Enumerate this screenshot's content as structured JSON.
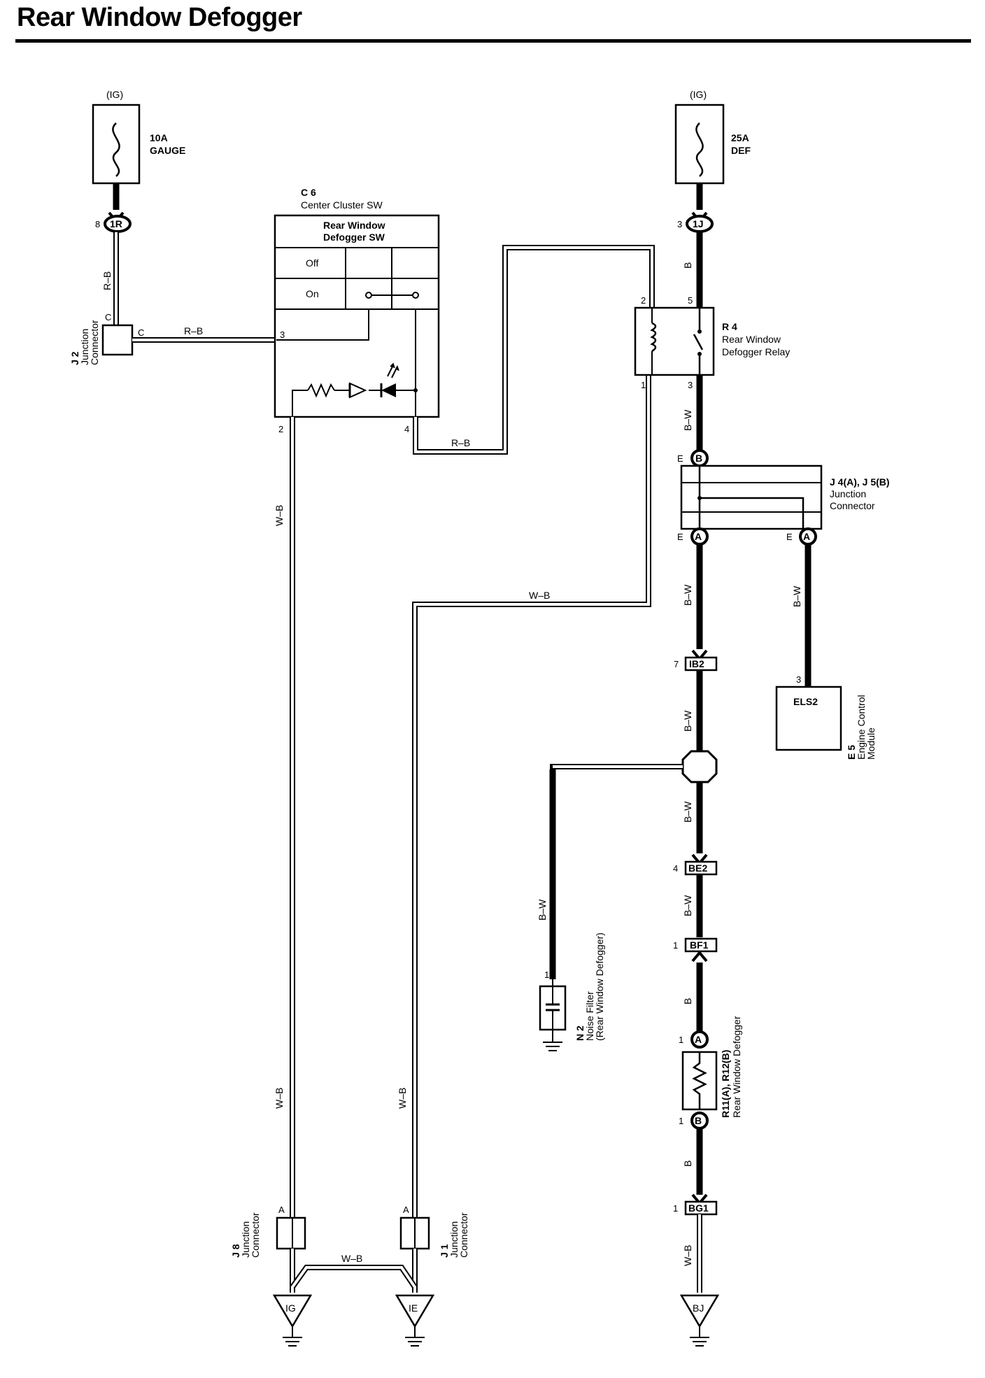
{
  "title": "Rear Window Defogger",
  "fuses": [
    {
      "source": "(IG)",
      "rating": "10A",
      "name": "GAUGE"
    },
    {
      "source": "(IG)",
      "rating": "25A",
      "name": "DEF"
    }
  ],
  "components": {
    "c6": {
      "id": "C 6",
      "name": "Center Cluster SW",
      "switch_name_1": "Rear Window",
      "switch_name_2": "Defogger SW",
      "off": "Off",
      "on": "On",
      "pin2": "2",
      "pin3": "3",
      "pin4": "4"
    },
    "r4": {
      "id": "R 4",
      "name_1": "Rear Window",
      "name_2": "Defogger Relay",
      "pin1": "1",
      "pin2": "2",
      "pin3": "3",
      "pin5": "5"
    },
    "j2": {
      "id": "J 2",
      "name_1": "Junction",
      "name_2": "Connector",
      "pin": "C"
    },
    "j45": {
      "id": "J 4(A), J 5(B)",
      "name_1": "Junction",
      "name_2": "Connector",
      "pin": "E"
    },
    "e5": {
      "id": "E 5",
      "name_1": "Engine Control",
      "name_2": "Module",
      "term": "ELS2",
      "pin": "3"
    },
    "n2": {
      "id": "N 2",
      "name_1": "Noise Filter",
      "name_2": "(Rear Window Defogger)",
      "pin": "1"
    },
    "r11": {
      "id": "R11(A), R12(B)",
      "name": "Rear Window Defogger",
      "pin": "1"
    },
    "j8": {
      "id": "J 8",
      "name_1": "Junction",
      "name_2": "Connector",
      "pin": "A"
    },
    "j1": {
      "id": "J 1",
      "name_1": "Junction",
      "name_2": "Connector",
      "pin": "A"
    }
  },
  "connectors": {
    "c1R": {
      "code": "1R",
      "pin": "8"
    },
    "c1J": {
      "code": "1J",
      "pin": "3"
    },
    "cA": "A",
    "cB": "B",
    "cC": "C",
    "cIB2": {
      "code": "IB2",
      "pin": "7"
    },
    "cBE2": {
      "code": "BE2",
      "pin": "4"
    },
    "cBF1": {
      "code": "BF1",
      "pin": "1"
    },
    "cBG1": {
      "code": "BG1",
      "pin": "1"
    }
  },
  "grounds": [
    "IG",
    "IE",
    "BJ"
  ],
  "wires": {
    "rb": "R–B",
    "wb": "W–B",
    "bw": "B–W",
    "b": "B"
  }
}
